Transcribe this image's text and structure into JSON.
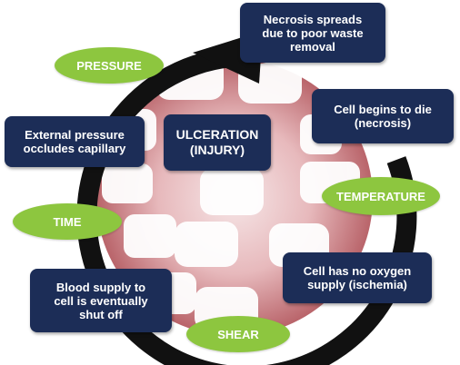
{
  "center": {
    "label": "ULCERATION\n(INJURY)"
  },
  "steps": [
    {
      "label": "External pressure\noccludes capillary"
    },
    {
      "label": "Blood supply to\ncell is eventually\nshut off"
    },
    {
      "label": "Cell has no oxygen\nsupply (ischemia)"
    },
    {
      "label": "Cell begins to die\n(necrosis)"
    },
    {
      "label": "Necrosis spreads\ndue to poor waste\nremoval"
    }
  ],
  "factors": [
    {
      "label": "PRESSURE"
    },
    {
      "label": "TIME"
    },
    {
      "label": "SHEAR"
    },
    {
      "label": "TEMPERATURE"
    }
  ],
  "colors": {
    "box_fill": "#1c2d57",
    "box_text": "#ffffff",
    "factor_fill": "#8dc63f",
    "factor_text": "#ffffff",
    "cycle_arrow": "#111111",
    "tissue_outer": "#bf6e73",
    "tissue_inner": "#f3d9db",
    "cell": "#ffffff"
  }
}
